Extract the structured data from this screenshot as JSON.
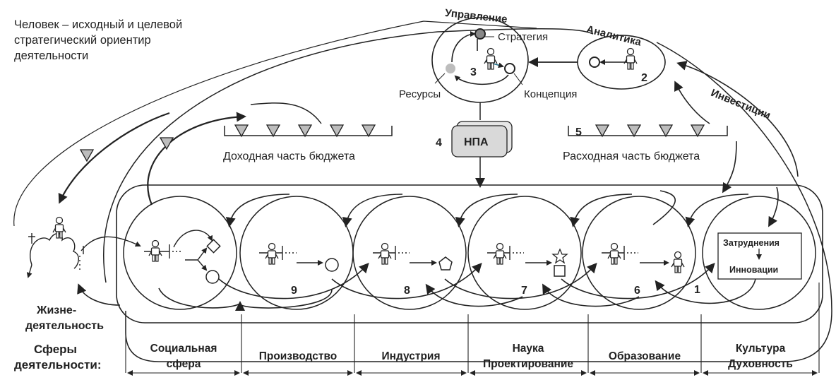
{
  "intro": {
    "line1": "Человек – исходный и целевой",
    "line2": "стратегический ориентир",
    "line3": "деятельности"
  },
  "top": {
    "management": "Управление",
    "analytics": "Аналитика",
    "strategy": "Стратегия",
    "resources": "Ресурсы",
    "concept": "Концепция",
    "investments": "Инвестиции",
    "npa": "НПА"
  },
  "budget": {
    "income": "Доходная часть бюджета",
    "expense": "Расходная часть бюджета"
  },
  "numbers": {
    "n1": "1",
    "n2": "2",
    "n3": "3",
    "n4": "4",
    "n5": "5",
    "n6": "6",
    "n7": "7",
    "n8": "8",
    "n9": "9"
  },
  "box": {
    "difficulties": "Затруднения",
    "innovations": "Инновации"
  },
  "life": {
    "line1": "Жизне-",
    "line2": "деятельность"
  },
  "spheres": {
    "title1": "Сферы",
    "title2": "деятельности:",
    "social1": "Социальная",
    "social2": "сфера",
    "production": "Производство",
    "industry": "Индустрия",
    "science1": "Наука",
    "science2": "Проектирование",
    "education": "Образование",
    "culture1": "Культура",
    "culture2": "Духовность"
  }
}
